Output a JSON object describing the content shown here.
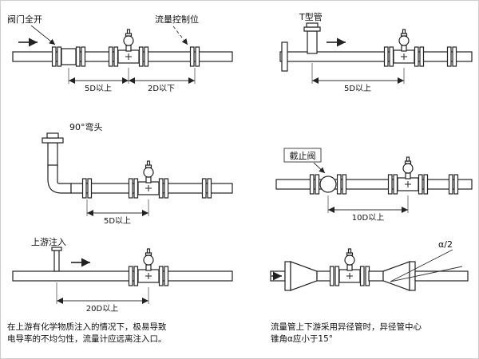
{
  "figure": {
    "panels": {
      "valve_open": {
        "title": "阀门全开",
        "control_position": "流量控制位",
        "dim_upstream": "5D以上",
        "dim_downstream": "2D以下"
      },
      "t_pipe": {
        "title": "T型管",
        "dim_upstream": "5D以上"
      },
      "elbow_90": {
        "title": "90°弯头",
        "dim_upstream": "5D以上"
      },
      "stop_valve": {
        "title": "截止阀",
        "dim_upstream": "10D以上"
      },
      "upstream_injection": {
        "title": "上游注入",
        "dim_upstream": "20D以上",
        "caption_line1": "在上游有化学物质注入的情况下，极易导致",
        "caption_line2": "电导率的不均匀性，流量计应远离注入口。"
      },
      "reducer": {
        "angle_label": "α/2",
        "caption_line1": "流量管上下游采用异径管时，异径管中心",
        "caption_line2": "锥角α应小于15°"
      }
    }
  }
}
